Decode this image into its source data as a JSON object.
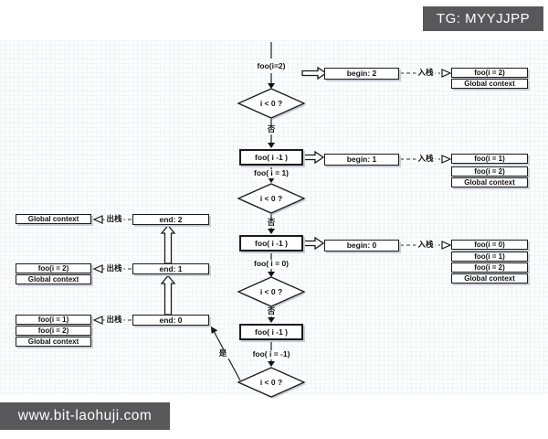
{
  "badges": {
    "tg": "TG: MYYJJPP",
    "site": "www.bit-laohuji.com"
  },
  "colors": {
    "badge_bg": "#58585a",
    "box_border": "#1b1b1b",
    "grid_minor": "#f1f3f8",
    "grid_major": "#e4e8f0",
    "shadow": "#c9cdd6"
  },
  "flow": {
    "entry_call": "foo(i=2)",
    "condition": "i < 0 ?",
    "branch_no": "否",
    "branch_yes": "是",
    "push_label": "入栈",
    "pop_label": "出栈",
    "recursive_call": "foo( i -1 )",
    "call_results": [
      "foo( i = 1)",
      "foo( i = 0)",
      "foo( i = -1)"
    ],
    "begin_frames": [
      "begin: 2",
      "begin: 1",
      "begin: 0"
    ],
    "end_frames": [
      "end: 2",
      "end: 1",
      "end: 0"
    ],
    "push_stacks": [
      {
        "rows": [
          "foo(i = 2)",
          "Global context"
        ]
      },
      {
        "rows": [
          "foo(i = 1)",
          "foo(i = 2)",
          "Global context"
        ]
      },
      {
        "rows": [
          "foo(i = 0)",
          "foo(i = 1)",
          "foo(i = 2)",
          "Global context"
        ]
      }
    ],
    "pop_stacks": [
      {
        "rows": [
          "Global context"
        ]
      },
      {
        "rows": [
          "foo(i = 2)",
          "Global context"
        ]
      },
      {
        "rows": [
          "foo(i = 1)",
          "foo(i = 2)",
          "Global context"
        ]
      }
    ]
  }
}
